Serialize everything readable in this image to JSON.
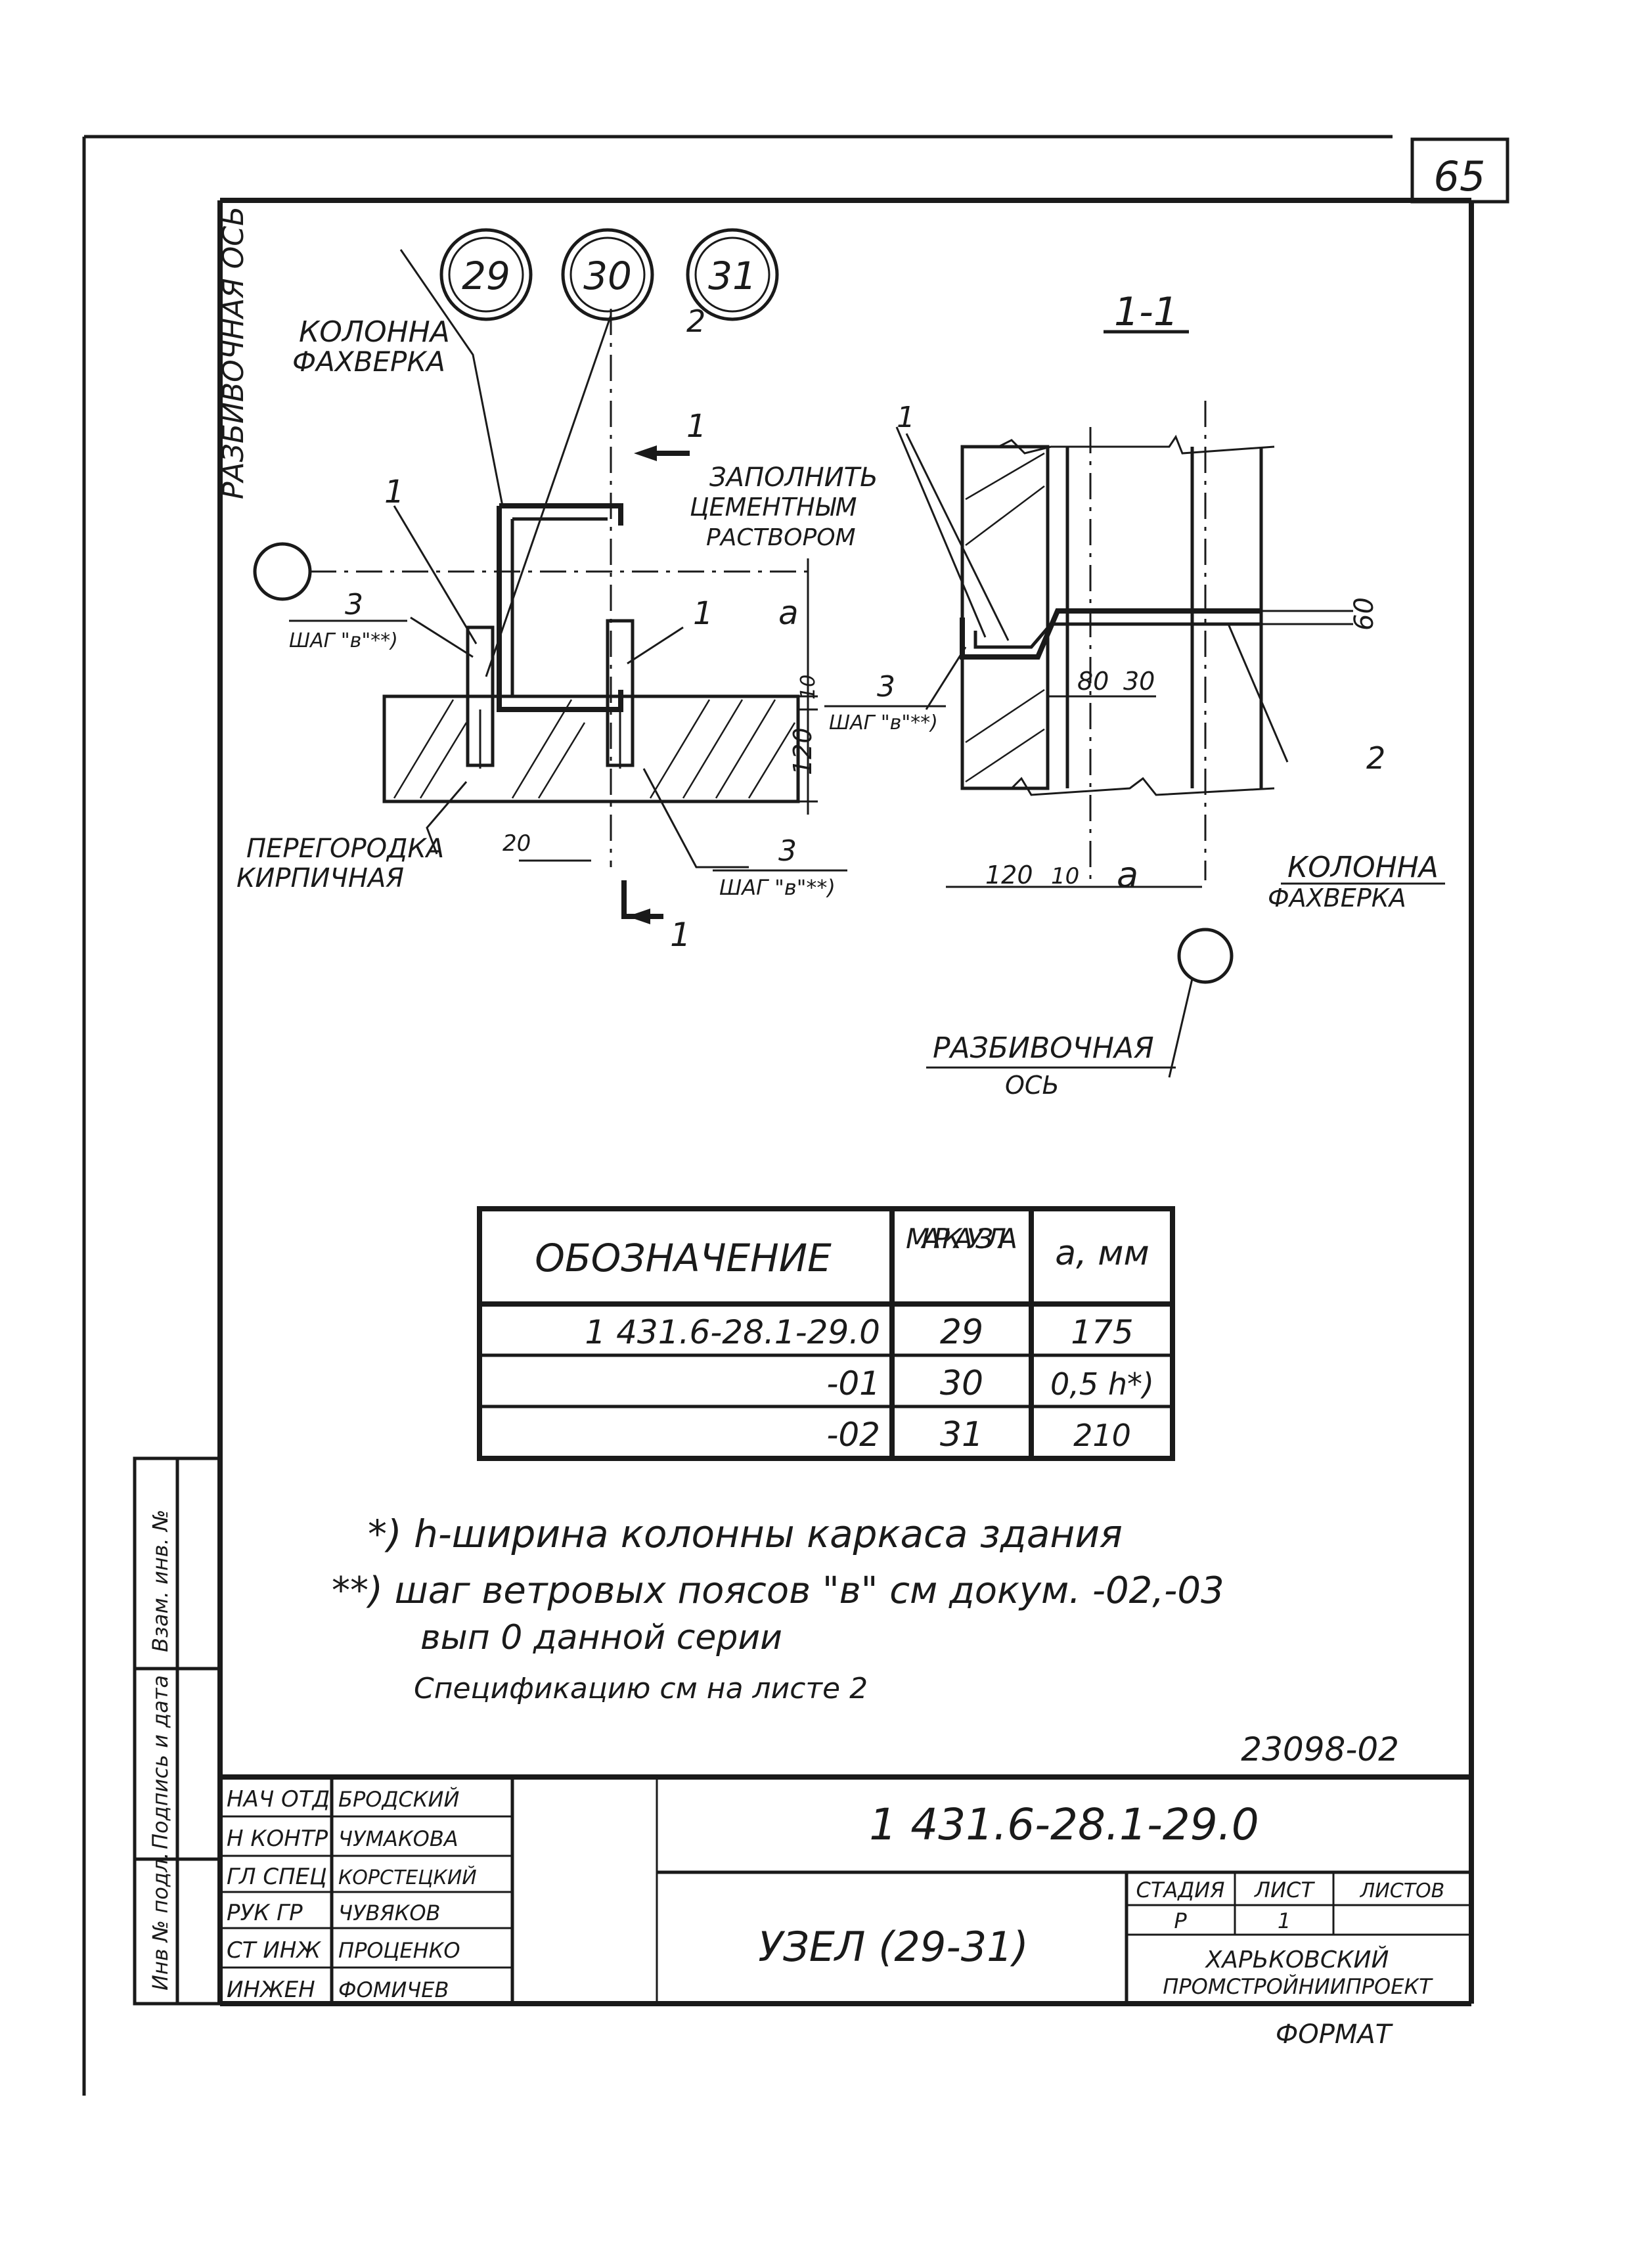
{
  "sheet": {
    "page_number": "65",
    "archive_number": "23098-02",
    "format_label": "ФОРМАТ"
  },
  "markers": [
    "29",
    "30",
    "31"
  ],
  "plan": {
    "axis_label": "РАЗБИВОЧНАЯ ОСЬ",
    "column_label_1": "КОЛОННА",
    "column_label_2": "ФАХВЕРКА",
    "partition_label_1": "ПЕРЕГОРОДКА",
    "partition_label_2": "КИРПИЧНАЯ",
    "pos_1a": "1",
    "pos_1b": "1",
    "pos_2": "2",
    "pos_3_left_num": "3",
    "pos_3_left_den": "ШАГ \"в\"**)",
    "pos_3_bottom_num": "3",
    "pos_3_bottom_den": "ШАГ \"в\"**)",
    "dim_a": "a",
    "dim_10": "10",
    "dim_120": "120",
    "dim_20": "20",
    "cut_top": "1",
    "cut_bottom": "1"
  },
  "section": {
    "title": "1-1",
    "fill_note_1": "ЗАПОЛНИТЬ",
    "fill_note_2": "ЦЕМЕНТНЫМ",
    "fill_note_3": "РАСТВОРОМ",
    "pos_1": "1",
    "pos_2": "2",
    "pos_3_num": "3",
    "pos_3_den": "ШАГ \"в\"**)",
    "dim_60": "60",
    "dim_80": "80",
    "dim_30": "30",
    "dim_120": "120",
    "dim_10": "10",
    "dim_a": "a",
    "column_label_1": "КОЛОННА",
    "column_label_2": "ФАХВЕРКА",
    "axis_label_1": "РАЗБИВОЧНАЯ",
    "axis_label_2": "ОСЬ"
  },
  "table": {
    "headers": [
      "ОБОЗНАЧЕНИЕ",
      "МАРКА УЗЛА",
      "a, мм"
    ],
    "rows": [
      [
        "1 431.6-28.1-29.0",
        "29",
        "175"
      ],
      [
        "-01",
        "30",
        "0,5 h*)"
      ],
      [
        "-02",
        "31",
        "210"
      ]
    ]
  },
  "notes": [
    "*) h-ширина колонны каркаса здания",
    "**) шаг ветровых поясов \"в\" см докум. -02,-03",
    "вып 0 данной серии",
    "Спецификацию см на листе 2"
  ],
  "side_stamp": {
    "cells": [
      "Инв № подл.",
      "Подпись и дата",
      "Взам. инв. №"
    ]
  },
  "title_block": {
    "roles": [
      "НАЧ ОТД",
      "Н КОНТР",
      "ГЛ СПЕЦ",
      "РУК ГР",
      "СТ ИНЖ",
      "ИНЖЕН"
    ],
    "names": [
      "БРОДСКИЙ",
      "ЧУМАКОВА",
      "КОРСТЕЦКИЙ",
      "ЧУВЯКОВ",
      "ПРОЦЕНКО",
      "ФОМИЧЕВ"
    ],
    "doc_code": "1 431.6-28.1-29.0",
    "title": "УЗЕЛ (29-31)",
    "stage_header": "СТАДИЯ",
    "sheet_header": "ЛИСТ",
    "sheets_header": "ЛИСТОВ",
    "stage_value": "Р",
    "sheet_value": "1",
    "org_1": "ХАРЬКОВСКИЙ",
    "org_2": "ПРОМСТРОЙНИИПРОЕКТ"
  }
}
